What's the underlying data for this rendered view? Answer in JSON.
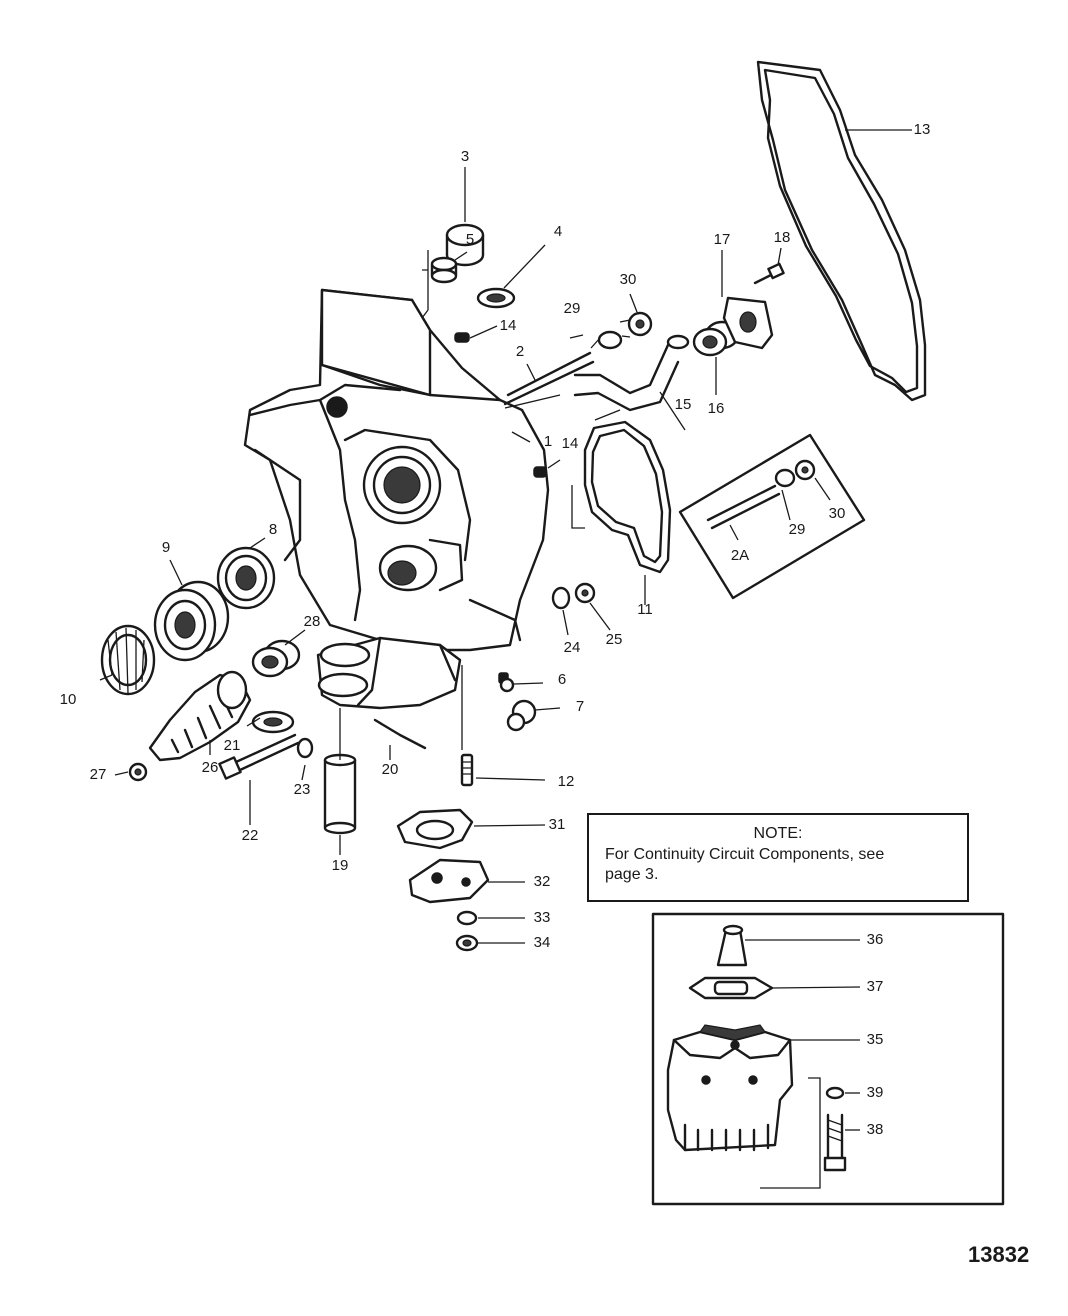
{
  "figure": {
    "drawing_number": "13832"
  },
  "note": {
    "title": "NOTE:",
    "body_line1": "For Continuity Circuit Components, see",
    "body_line2": "page 3."
  },
  "callouts": {
    "n1": "1",
    "n2": "2",
    "n2a": "2A",
    "n3": "3",
    "n4": "4",
    "n5": "5",
    "n6": "6",
    "n7": "7",
    "n8": "8",
    "n9": "9",
    "n10": "10",
    "n11": "11",
    "n12": "12",
    "n13": "13",
    "n14a": "14",
    "n14b": "14",
    "n15": "15",
    "n16": "16",
    "n17": "17",
    "n18": "18",
    "n19": "19",
    "n20": "20",
    "n21": "21",
    "n22": "22",
    "n23": "23",
    "n24": "24",
    "n25": "25",
    "n26": "26",
    "n27": "27",
    "n28": "28",
    "n29a": "29",
    "n29b": "29",
    "n30a": "30",
    "n30b": "30",
    "n31": "31",
    "n32": "32",
    "n33": "33",
    "n34": "34",
    "n35": "35",
    "n36": "36",
    "n37": "37",
    "n38": "38",
    "n39": "39"
  },
  "colors": {
    "ink": "#1a1a1a",
    "paper": "#ffffff"
  }
}
